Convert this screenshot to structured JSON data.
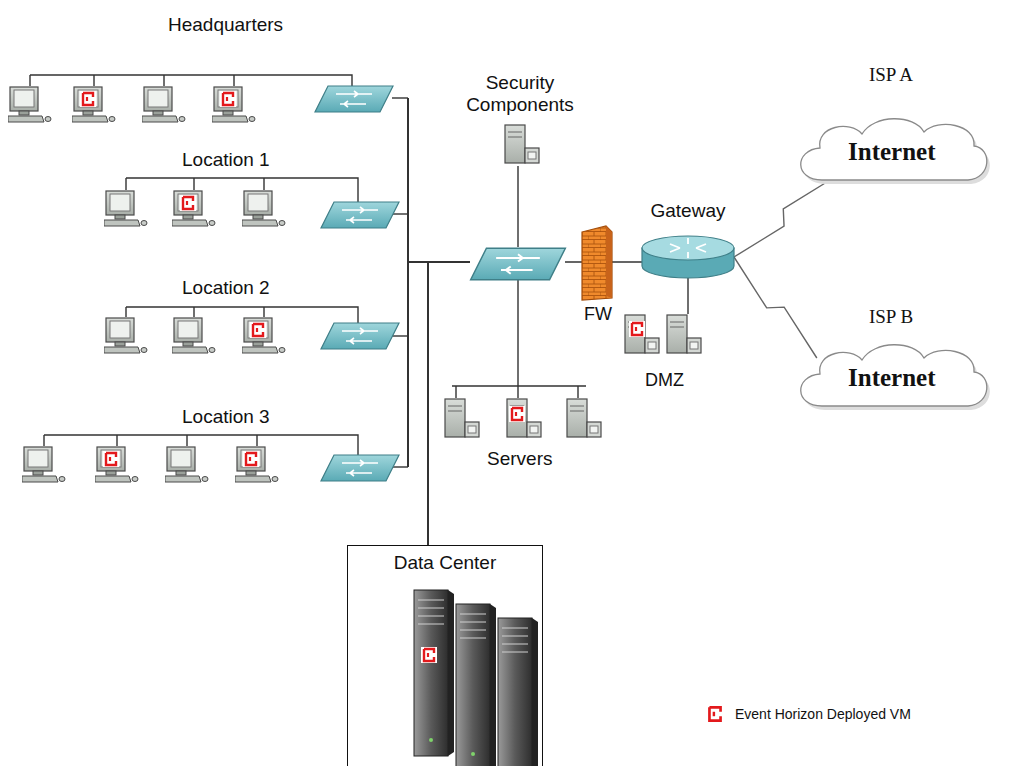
{
  "diagram": {
    "nodes": [
      {
        "text": [
          "Gateway"
        ]
      },
      {
        "text": [
          "ISP A",
          "Internet"
        ]
      },
      {
        "text": [
          "ISP B",
          "Internet"
        ]
      },
      {
        "text": [
          "Data Center"
        ]
      }
    ],
    "edges": [
      {
        "from": 0,
        "to": 1,
        "arrow": "none"
      },
      {
        "from": 0,
        "to": 2,
        "arrow": "none"
      }
    ],
    "labels": [
      "Headquarters",
      "Location 1",
      "Location 2",
      "Location 3",
      "Security Components",
      "FW",
      "DMZ",
      "Servers"
    ],
    "legend": [
      {
        "text": "Event Horizon Deployed VM"
      }
    ]
  }
}
